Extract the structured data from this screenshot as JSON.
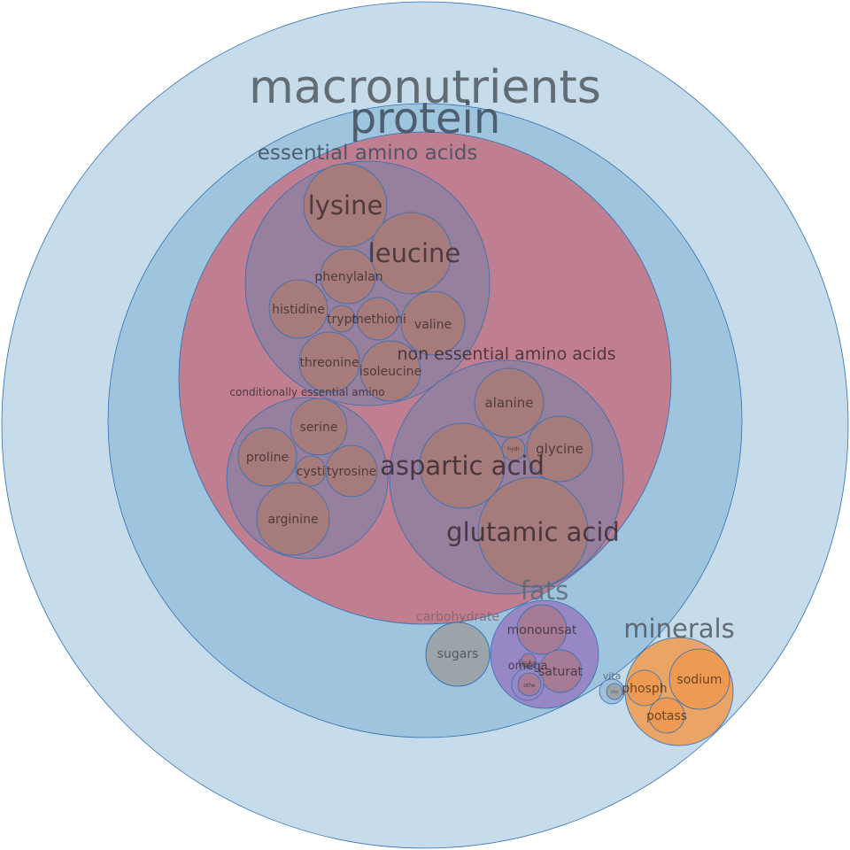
{
  "chart_data": {
    "type": "circle-packing",
    "title": "",
    "colors": {
      "macronutrients": "#c6dcea",
      "protein": "#9fc4de",
      "essential_amino_acids": "#bf7f90",
      "amino_group": "#977f9e",
      "amino_leaf": "#a57b7c",
      "fats": "#9788c5",
      "fat_leaf": "#a57b95",
      "carbohydrate_leaf": "#9aa4a9",
      "minerals": "#eaa466",
      "mineral_leaf": "#ee9a52",
      "vitamins": "#a2bfd9",
      "stroke": "#2f6fb5"
    },
    "tree": {
      "name": "macronutrients",
      "label": "macronutrients",
      "children": [
        {
          "name": "protein",
          "label": "protein",
          "children": [
            {
              "name": "essential amino acids",
              "label": "essential amino acids",
              "children": [
                {
                  "name": "essential amino acids group",
                  "label": "",
                  "children": [
                    {
                      "name": "lysine",
                      "label": "lysine"
                    },
                    {
                      "name": "leucine",
                      "label": "leucine"
                    },
                    {
                      "name": "phenylalanine",
                      "label": "phenylalan"
                    },
                    {
                      "name": "histidine",
                      "label": "histidine"
                    },
                    {
                      "name": "tryptophan",
                      "label": "trypt"
                    },
                    {
                      "name": "methionine",
                      "label": "methioni"
                    },
                    {
                      "name": "valine",
                      "label": "valine"
                    },
                    {
                      "name": "threonine",
                      "label": "threonine"
                    },
                    {
                      "name": "isoleucine",
                      "label": "isoleucine"
                    }
                  ]
                },
                {
                  "name": "non essential amino acids",
                  "label": "non essential amino acids",
                  "children": [
                    {
                      "name": "alanine",
                      "label": "alanine"
                    },
                    {
                      "name": "hydroxyproline",
                      "label": "hydr"
                    },
                    {
                      "name": "glycine",
                      "label": "glycine"
                    },
                    {
                      "name": "aspartic acid",
                      "label": "aspartic acid"
                    },
                    {
                      "name": "glutamic acid",
                      "label": "glutamic acid"
                    }
                  ]
                },
                {
                  "name": "conditionally essential amino acids",
                  "label": "conditionally essential amino",
                  "children": [
                    {
                      "name": "serine",
                      "label": "serine"
                    },
                    {
                      "name": "proline",
                      "label": "proline"
                    },
                    {
                      "name": "cystine",
                      "label": "cysti"
                    },
                    {
                      "name": "tyrosine",
                      "label": "tyrosine"
                    },
                    {
                      "name": "arginine",
                      "label": "arginine"
                    }
                  ]
                }
              ]
            }
          ]
        },
        {
          "name": "carbohydrate",
          "label": "carbohydrate",
          "children": [
            {
              "name": "sugars",
              "label": "sugars"
            }
          ]
        },
        {
          "name": "fats",
          "label": "fats",
          "children": [
            {
              "name": "monounsaturated",
              "label": "monounsat"
            },
            {
              "name": "saturated",
              "label": "saturat"
            },
            {
              "name": "omega",
              "label": "omega"
            },
            {
              "name": "other fats",
              "label": "othe"
            },
            {
              "name": "fat small",
              "label": "fats"
            }
          ]
        },
        {
          "name": "vitamins",
          "label": "vita",
          "children": [
            {
              "name": "choline",
              "label": "cho"
            }
          ]
        },
        {
          "name": "minerals",
          "label": "minerals",
          "children": [
            {
              "name": "sodium",
              "label": "sodium"
            },
            {
              "name": "phosphorus",
              "label": "phosph"
            },
            {
              "name": "potassium",
              "label": "potass"
            }
          ]
        }
      ]
    }
  }
}
